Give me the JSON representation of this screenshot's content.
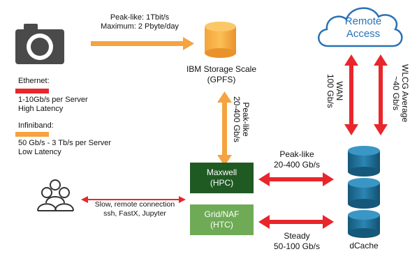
{
  "camera": {
    "label_line1": "Peak-like: 1Tbit/s",
    "label_line2": "Maximum: 2 Pbyte/day"
  },
  "storage": {
    "name_line1": "IBM Storage Scale",
    "name_line2": "(GPFS)",
    "link_line1": "Peak-like",
    "link_line2": "20-400 Gb/s"
  },
  "remote": {
    "line1": "Remote",
    "line2": "Access"
  },
  "wan": {
    "line1": "WAN",
    "line2": "100 Gb/s"
  },
  "wlcg": {
    "line1": "WLCG Average",
    "line2": "~40 Gb/s"
  },
  "legend": {
    "ethernet": {
      "line1": "Ethernet:",
      "line2": "1-10Gb/s per Server",
      "line3": "High Latency",
      "color": "#e8262b"
    },
    "infiniband": {
      "line1": "Infiniband:",
      "line2": "50 Gb/s - 3 Tb/s per Server",
      "line3": "Low Latency",
      "color": "#f5a340"
    }
  },
  "maxwell": {
    "line1": "Maxwell",
    "line2": "(HPC)",
    "color": "#1f5a22"
  },
  "grid": {
    "line1": "Grid/NAF",
    "line2": "(HTC)",
    "color": "#6fab56"
  },
  "maxwell_link": {
    "line1": "Peak-like",
    "line2": "20-400 Gb/s"
  },
  "grid_link": {
    "line1": "Steady",
    "line2": "50-100 Gb/s"
  },
  "users": {
    "line1": "Slow, remote connection",
    "line2": "ssh, FastX, Jupyter"
  },
  "dcache": {
    "label": "dCache",
    "color": "#1a6e96"
  }
}
